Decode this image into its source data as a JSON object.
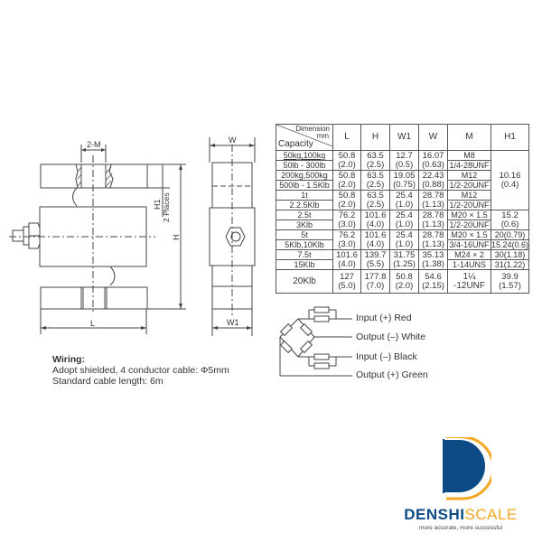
{
  "drawing": {
    "front_view": {
      "labels": {
        "thread": "2-M",
        "h1": "H1",
        "h1_note": "2 Places",
        "height": "H",
        "length": "L"
      }
    },
    "side_view": {
      "labels": {
        "width": "W",
        "width1": "W1"
      }
    }
  },
  "table": {
    "header_corner": {
      "top": "Dimension",
      "unit": "mm",
      "bottom": "Capacity"
    },
    "columns": [
      "L",
      "H",
      "W1",
      "W",
      "M",
      "H1"
    ],
    "rows": [
      {
        "capacity": [
          "50kg,100kg",
          "50lb - 300lb"
        ],
        "L": [
          "50.8",
          "(2.0)"
        ],
        "H": [
          "63.5",
          "(2.5)"
        ],
        "W1": [
          "12.7",
          "(0.5)"
        ],
        "W": [
          "16.07",
          "(0.63)"
        ],
        "M": [
          "M8",
          "1/4-28UNF"
        ]
      },
      {
        "capacity": [
          "200kg,500kg",
          "500lb - 1.5Klb"
        ],
        "L": [
          "50.8",
          "(2.0)"
        ],
        "H": [
          "63.5",
          "(2.5)"
        ],
        "W1": [
          "19.05",
          "(0.75)"
        ],
        "W": [
          "22.43",
          "(0.88)"
        ],
        "M": [
          "M12",
          "1/2-20UNF"
        ]
      },
      {
        "capacity": [
          "1t",
          "2.2.5Klb"
        ],
        "L": [
          "50.8",
          "(2.0)"
        ],
        "H": [
          "63.5",
          "(2.5)"
        ],
        "W1": [
          "25.4",
          "(1.0)"
        ],
        "W": [
          "28.78",
          "(1.13)"
        ],
        "M": [
          "M12",
          "1/2-20UNF"
        ]
      },
      {
        "capacity": [
          "2.5t",
          "3Klb"
        ],
        "L": [
          "76.2",
          "(3.0)"
        ],
        "H": [
          "101.6",
          "(4.0)"
        ],
        "W1": [
          "25.4",
          "(1.0)"
        ],
        "W": [
          "28.78",
          "(1.13)"
        ],
        "M": [
          "M20 × 1.5",
          "1/2-20UNF"
        ],
        "H1": [
          "15.2",
          "(0.6)"
        ]
      },
      {
        "capacity": [
          "5t",
          "5Klb,10Klb"
        ],
        "L": [
          "76.2",
          "(3.0)"
        ],
        "H": [
          "101.6",
          "(4.0)"
        ],
        "W1": [
          "25.4",
          "(1.0)"
        ],
        "W": [
          "28.78",
          "(1.13)"
        ],
        "M": [
          "M20 × 1.5",
          "3/4-16UNF"
        ],
        "H1": [
          "20(0.79)",
          "15.24(0.6)"
        ]
      },
      {
        "capacity": [
          "7.5t",
          "15Klb"
        ],
        "L": [
          "101.6",
          "(4.0)"
        ],
        "H": [
          "139.7",
          "(5.5)"
        ],
        "W1": [
          "31.75",
          "(1.25)"
        ],
        "W": [
          "35.13",
          "(1.38)"
        ],
        "M": [
          "M24 × 2",
          "1-14UNS"
        ],
        "H1": [
          "30(1.18)",
          "31(1.22)"
        ]
      },
      {
        "capacity": [
          "20Klb"
        ],
        "L": [
          "127",
          "(5.0)"
        ],
        "H": [
          "177.8",
          "(7.0)"
        ],
        "W1": [
          "50.8",
          "(2.0)"
        ],
        "W": [
          "54.6",
          "(2.15)"
        ],
        "M": [
          "1¼ -12UNF"
        ],
        "H1": [
          "39.9",
          "(1.57)"
        ]
      }
    ],
    "h1_shared": [
      "10.16",
      "(0.4)"
    ]
  },
  "wiring_diagram": {
    "leads": [
      {
        "label": "Input (+) Red"
      },
      {
        "label": "Output (–) White"
      },
      {
        "label": "Input (–) Black"
      },
      {
        "label": "Output (+) Green"
      }
    ]
  },
  "wiring_notes": {
    "title": "Wiring:",
    "line1": "Adopt shielded, 4 conductor cable: Φ5mm",
    "line2": "Standard cable length: 6m"
  },
  "brand": {
    "name_part1": "DENSHI",
    "name_part2": "SCALE",
    "tagline": "more accurate, more successful",
    "colors": {
      "primary": "#0e4a86",
      "accent": "#f3a821"
    }
  }
}
